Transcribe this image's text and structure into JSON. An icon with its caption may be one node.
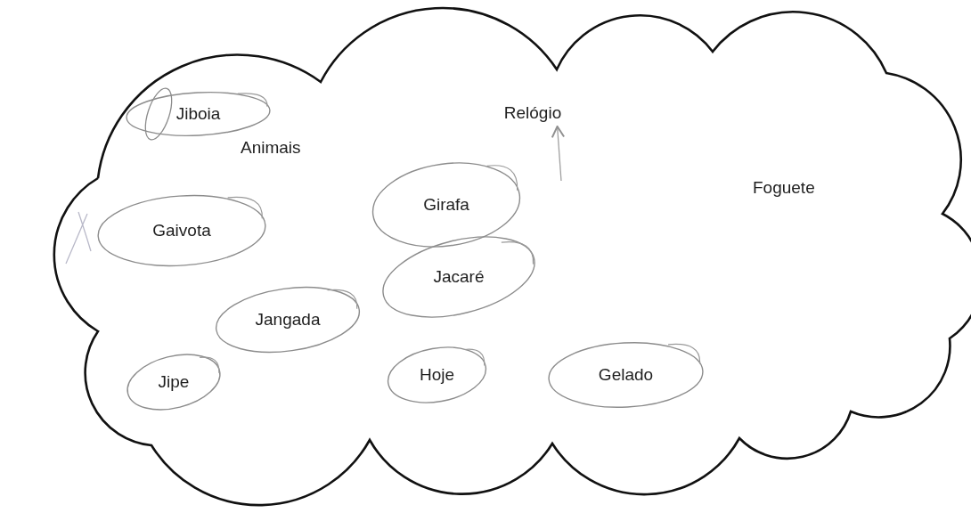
{
  "diagram": {
    "nodes": [
      {
        "text": [],
        "shape": "cloud"
      },
      {
        "text": [
          "Jiboia"
        ],
        "in": 0
      },
      {
        "text": [
          "Relógio"
        ],
        "in": 0
      },
      {
        "text": [
          "Girafa"
        ],
        "in": 0
      },
      {
        "text": [
          "Gaivota"
        ],
        "in": 0
      },
      {
        "text": [
          "Jacaré"
        ],
        "in": 0
      },
      {
        "text": [
          "Jangada"
        ],
        "in": 0
      },
      {
        "text": [
          "Jipe"
        ],
        "in": 0
      },
      {
        "text": [
          "Hoje"
        ],
        "in": 0
      },
      {
        "text": [
          "Gelado"
        ],
        "in": 0
      }
    ],
    "edges": [
      {
        "from": null,
        "to": 2,
        "arrow": "to"
      }
    ],
    "labels": [
      "Animais",
      "Foguete"
    ]
  }
}
